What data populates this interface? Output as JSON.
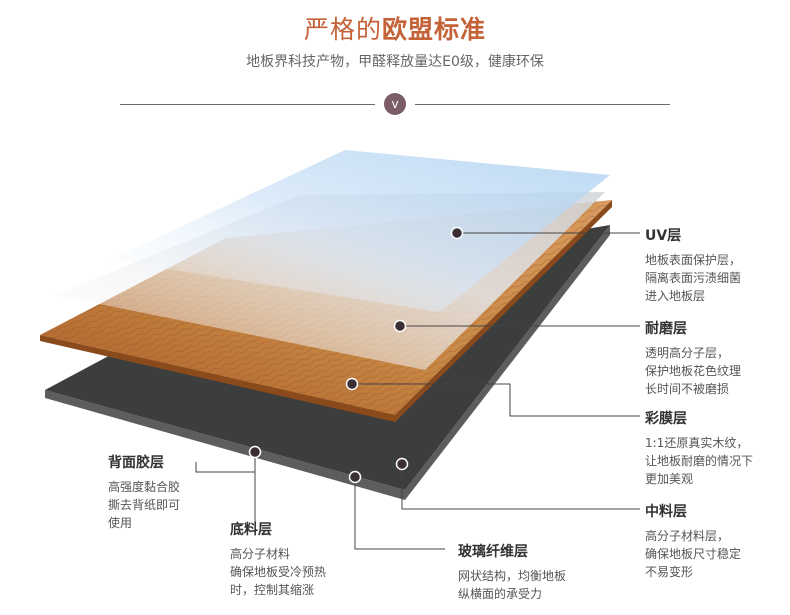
{
  "header": {
    "title_normal": "严格的",
    "title_bold": "欧盟标准",
    "subtitle": "地板界科技产物，甲醛释放量达E0级，健康环保",
    "divider_icon": "chevron-down-icon",
    "divider_glyph": "v"
  },
  "layers": [
    {
      "title": "UV层",
      "lines": [
        "地板表面保护层，",
        "隔离表面污渍细菌",
        "进入地板层"
      ]
    },
    {
      "title": "耐磨层",
      "lines": [
        "透明高分子层，",
        "保护地板花色纹理",
        "长时间不被磨损"
      ]
    },
    {
      "title": "彩膜层",
      "lines": [
        "1:1还原真实木纹，",
        "让地板耐磨的情况下",
        "更加美观"
      ]
    },
    {
      "title": "中料层",
      "lines": [
        "高分子材料层，",
        "确保地板尺寸稳定",
        "不易变形"
      ]
    },
    {
      "title": "背面胶层",
      "lines": [
        "高强度黏合胶",
        "撕去背纸即可",
        "使用"
      ]
    },
    {
      "title": "底料层",
      "lines": [
        "高分子材料",
        "确保地板受冷预热",
        "时，控制其缩涨"
      ]
    },
    {
      "title": "玻璃纤维层",
      "lines": [
        "网状结构，均衡地板",
        "纵横面的承受力"
      ]
    }
  ],
  "colors": {
    "accent": "#c46238",
    "marker": "#3b2f35",
    "leader": "#444444"
  }
}
